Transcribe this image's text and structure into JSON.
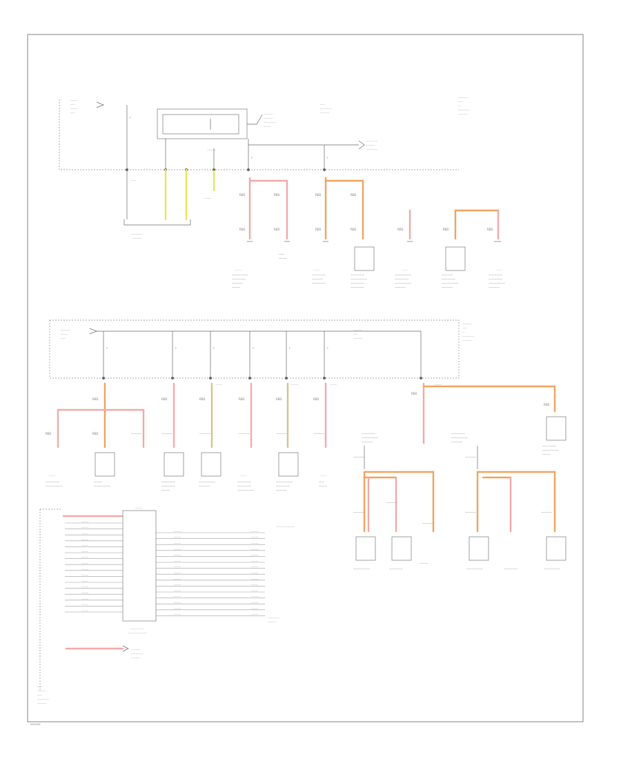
{
  "colors": {
    "pink": "#f4a7a7",
    "orange": "#f2a15c",
    "yellow": "#e6e65a",
    "tan": "#d6c08a",
    "gray": "#8a8a8a",
    "frame": "#8c8c8c"
  },
  "labels": {
    "footer_code": "WD0286",
    "fuse_sizes": [
      "F",
      "F",
      "F",
      "F",
      "F",
      "F",
      "F",
      "F",
      "F"
    ],
    "wire_codes": [
      "RED",
      "RED",
      "RED",
      "RED",
      "RED",
      "RED",
      "RED",
      "RED",
      "RED",
      "RED",
      "RED",
      "RED",
      "RED",
      "RED",
      "RED",
      "RED",
      "RED",
      "RED",
      "RED",
      "RED",
      "RED"
    ],
    "connector_names": [
      "C200",
      "C201",
      "C300",
      "C301",
      "C302",
      "C310",
      "C400",
      "C401"
    ],
    "ground_names": [
      "G100",
      "G200"
    ]
  }
}
